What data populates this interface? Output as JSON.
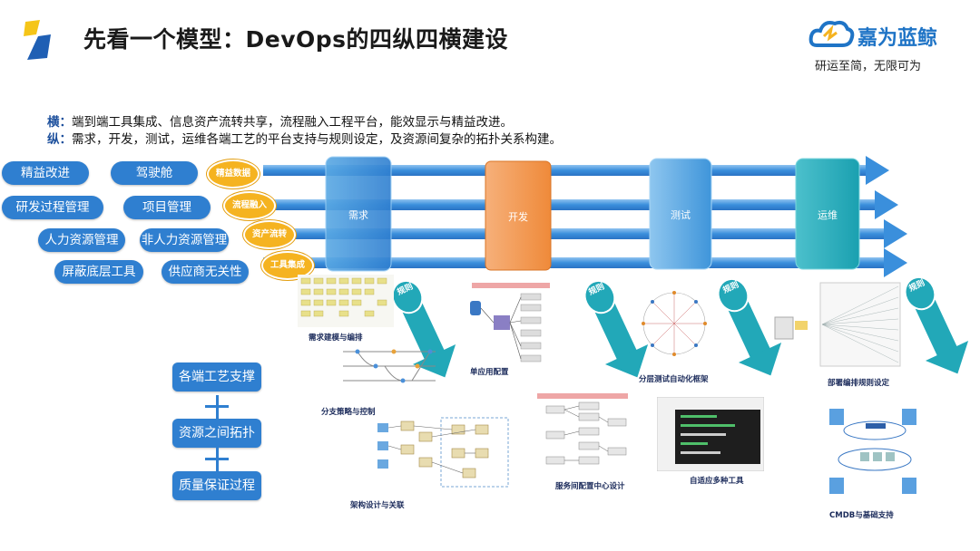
{
  "header": {
    "title": "先看一个模型：DevOps的四纵四横建设",
    "brand_name": "嘉为蓝鲸",
    "slogan": "研运至简，无限可为"
  },
  "intro": {
    "horizontal_label": "横：",
    "horizontal_text": "端到端工具集成、信息资产流转共享，流程融入工程平台，能效显示与精益改进。",
    "vertical_label": "纵：",
    "vertical_text": "需求，开发，测试，运维各端工艺的平台支持与规则设定，及资源间复杂的拓扑关系构建。"
  },
  "left_pills": [
    {
      "label": "精益改进"
    },
    {
      "label": "驾驶舱"
    },
    {
      "label": "研发过程管理"
    },
    {
      "label": "项目管理"
    },
    {
      "label": "人力资源管理"
    },
    {
      "label": "非人力资源管理"
    },
    {
      "label": "屏蔽底层工具"
    },
    {
      "label": "供应商无关性"
    }
  ],
  "ovals": [
    {
      "label": "精益数据"
    },
    {
      "label": "流程融入"
    },
    {
      "label": "资产流转"
    },
    {
      "label": "工具集成"
    }
  ],
  "stages": [
    {
      "label": "需求"
    },
    {
      "label": "开发"
    },
    {
      "label": "测试"
    },
    {
      "label": "运维"
    }
  ],
  "rule_label": "规则",
  "flow": {
    "step1": "各端工艺支撑",
    "step2": "资源之间拓扑",
    "step3": "质量保证过程"
  },
  "captions": {
    "c1": "需求建模与编排",
    "c2": "分支策略与控制",
    "c3": "架构设计与关联",
    "c4": "单应用配置",
    "c5": "服务间配置中心设计",
    "c6": "分层测试自动化框架",
    "c7": "自适应多种工具",
    "c8": "部署编排规则设定",
    "c9": "CMDB与基础支持"
  },
  "colors": {
    "accent_blue": "#2f7fd0",
    "orange": "#f39a4a",
    "oval_yellow": "#f5b320",
    "teal": "#20a9b6"
  }
}
